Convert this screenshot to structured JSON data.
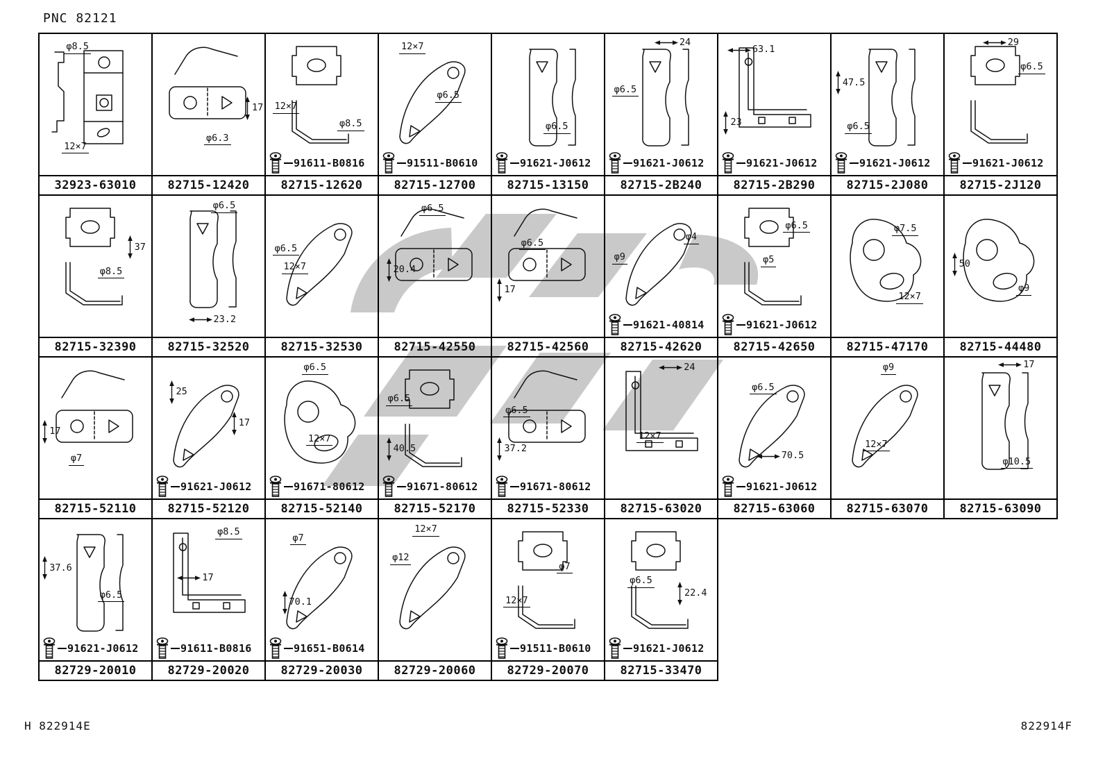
{
  "header": {
    "pnc": "PNC 82121"
  },
  "footer": {
    "left": "H 822914E",
    "right": "822914F"
  },
  "colors": {
    "background": "#ffffff",
    "line": "#111111",
    "watermark": "#c9c9c9"
  },
  "icons": {
    "bolt": "flange-bolt-icon"
  },
  "grid": {
    "rows": [
      {
        "cells": [
          {
            "part": "32923-63010",
            "sketch": "plate-and-strip",
            "dims": [
              {
                "t": "φ8.5",
                "x": 22,
                "y": 6,
                "s": "u"
              },
              {
                "t": "12×7",
                "x": 20,
                "y": 76,
                "s": "u"
              }
            ],
            "bolt": null
          },
          {
            "part": "82715-12420",
            "sketch": "plate-with-arm",
            "dims": [
              {
                "t": "17",
                "x": 82,
                "y": 44,
                "s": "v"
              },
              {
                "t": "φ6.3",
                "x": 46,
                "y": 70,
                "s": "u"
              }
            ],
            "bolt": null
          },
          {
            "part": "82715-12620",
            "sketch": "clip-and-zarm",
            "dims": [
              {
                "t": "12×7",
                "x": 6,
                "y": 48,
                "s": "u"
              },
              {
                "t": "φ8.5",
                "x": 64,
                "y": 60,
                "s": "u"
              }
            ],
            "bolt": "91611-B0816"
          },
          {
            "part": "82715-12700",
            "sketch": "curved-lever",
            "dims": [
              {
                "t": "12×7",
                "x": 18,
                "y": 6,
                "s": "u"
              },
              {
                "t": "φ6.5",
                "x": 50,
                "y": 40,
                "s": "u"
              }
            ],
            "bolt": "91511-B0610"
          },
          {
            "part": "82715-13150",
            "sketch": "strap-and-profile",
            "dims": [
              {
                "t": "φ6.5",
                "x": 46,
                "y": 62,
                "s": "u"
              }
            ],
            "bolt": "91621-J0612"
          },
          {
            "part": "82715-2B240",
            "sketch": "strap-and-profile",
            "dims": [
              {
                "t": "24",
                "x": 44,
                "y": 3,
                "s": "h"
              },
              {
                "t": "φ6.5",
                "x": 6,
                "y": 36,
                "s": "u"
              }
            ],
            "bolt": "91621-J0612"
          },
          {
            "part": "82715-2B290",
            "sketch": "l-bracket",
            "dims": [
              {
                "t": "63.1",
                "x": 8,
                "y": 8,
                "s": "h"
              },
              {
                "t": "23",
                "x": 4,
                "y": 54,
                "s": "v"
              }
            ],
            "bolt": "91621-J0612"
          },
          {
            "part": "82715-2J080",
            "sketch": "strap-and-profile",
            "dims": [
              {
                "t": "47.5",
                "x": 3,
                "y": 26,
                "s": "v"
              },
              {
                "t": "φ6.5",
                "x": 12,
                "y": 62,
                "s": "u"
              }
            ],
            "bolt": "91621-J0612"
          },
          {
            "part": "82715-2J120",
            "sketch": "clip-and-zarm",
            "dims": [
              {
                "t": "29",
                "x": 34,
                "y": 3,
                "s": "h"
              },
              {
                "t": "φ6.5",
                "x": 66,
                "y": 20,
                "s": "u"
              }
            ],
            "bolt": "91621-J0612"
          }
        ]
      },
      {
        "cells": [
          {
            "part": "82715-32390",
            "sketch": "clip-and-zarm",
            "dims": [
              {
                "t": "37",
                "x": 78,
                "y": 28,
                "s": "v"
              },
              {
                "t": "φ8.5",
                "x": 52,
                "y": 50,
                "s": "u"
              }
            ],
            "bolt": null
          },
          {
            "part": "82715-32520",
            "sketch": "strap-and-profile",
            "dims": [
              {
                "t": "φ6.5",
                "x": 52,
                "y": 4,
                "s": "u"
              },
              {
                "t": "23.2",
                "x": 32,
                "y": 84,
                "s": "h"
              }
            ],
            "bolt": null
          },
          {
            "part": "82715-32530",
            "sketch": "curved-lever",
            "dims": [
              {
                "t": "φ6.5",
                "x": 6,
                "y": 34,
                "s": "u"
              },
              {
                "t": "12×7",
                "x": 14,
                "y": 47,
                "s": "u"
              }
            ],
            "bolt": null
          },
          {
            "part": "82715-42550",
            "sketch": "plate-with-arm",
            "dims": [
              {
                "t": "φ6.5",
                "x": 36,
                "y": 6,
                "s": "u"
              },
              {
                "t": "20.4",
                "x": 6,
                "y": 44,
                "s": "v"
              }
            ],
            "bolt": null
          },
          {
            "part": "82715-42560",
            "sketch": "plate-with-arm",
            "dims": [
              {
                "t": "φ6.5",
                "x": 24,
                "y": 30,
                "s": "u"
              },
              {
                "t": "17",
                "x": 4,
                "y": 58,
                "s": "v"
              }
            ],
            "bolt": null
          },
          {
            "part": "82715-42620",
            "sketch": "curved-lever",
            "dims": [
              {
                "t": "φ9",
                "x": 6,
                "y": 40,
                "s": "u"
              },
              {
                "t": "φ4",
                "x": 70,
                "y": 26,
                "s": "u"
              }
            ],
            "bolt": "91621-40814"
          },
          {
            "part": "82715-42650",
            "sketch": "clip-and-zarm",
            "dims": [
              {
                "t": "φ6.5",
                "x": 58,
                "y": 18,
                "s": "u"
              },
              {
                "t": "φ5",
                "x": 38,
                "y": 42,
                "s": "u"
              }
            ],
            "bolt": "91621-J0612"
          },
          {
            "part": "82715-47170",
            "sketch": "lobe-plate",
            "dims": [
              {
                "t": "φ7.5",
                "x": 54,
                "y": 20,
                "s": "u"
              },
              {
                "t": "12×7",
                "x": 58,
                "y": 68,
                "s": "u"
              }
            ],
            "bolt": null
          },
          {
            "part": "82715-44480",
            "sketch": "lobe-plate",
            "dims": [
              {
                "t": "50",
                "x": 6,
                "y": 40,
                "s": "v"
              },
              {
                "t": "φ9",
                "x": 64,
                "y": 62,
                "s": "u"
              }
            ],
            "bolt": null
          }
        ]
      },
      {
        "cells": [
          {
            "part": "82715-52110",
            "sketch": "plate-with-arm",
            "dims": [
              {
                "t": "17",
                "x": 2,
                "y": 44,
                "s": "v"
              },
              {
                "t": "φ7",
                "x": 26,
                "y": 68,
                "s": "u"
              }
            ],
            "bolt": null
          },
          {
            "part": "82715-52120",
            "sketch": "curved-lever",
            "dims": [
              {
                "t": "25",
                "x": 14,
                "y": 16,
                "s": "v"
              },
              {
                "t": "17",
                "x": 70,
                "y": 38,
                "s": "v"
              }
            ],
            "bolt": "91621-J0612"
          },
          {
            "part": "82715-52140",
            "sketch": "lobe-plate",
            "dims": [
              {
                "t": "φ6.5",
                "x": 32,
                "y": 4,
                "s": "u"
              },
              {
                "t": "12×7",
                "x": 36,
                "y": 54,
                "s": "u"
              }
            ],
            "bolt": "91671-80612"
          },
          {
            "part": "82715-52170",
            "sketch": "clip-and-zarm",
            "dims": [
              {
                "t": "φ6.5",
                "x": 6,
                "y": 26,
                "s": "u"
              },
              {
                "t": "40.5",
                "x": 6,
                "y": 56,
                "s": "v"
              }
            ],
            "bolt": "91671-80612"
          },
          {
            "part": "82715-52330",
            "sketch": "plate-with-arm",
            "dims": [
              {
                "t": "φ6.5",
                "x": 10,
                "y": 34,
                "s": "u"
              },
              {
                "t": "37.2",
                "x": 4,
                "y": 56,
                "s": "v"
              }
            ],
            "bolt": "91671-80612"
          },
          {
            "part": "82715-63020",
            "sketch": "l-bracket",
            "dims": [
              {
                "t": "24",
                "x": 48,
                "y": 4,
                "s": "h"
              },
              {
                "t": "12×7",
                "x": 28,
                "y": 52,
                "s": "u"
              }
            ],
            "bolt": null
          },
          {
            "part": "82715-63060",
            "sketch": "curved-lever",
            "dims": [
              {
                "t": "φ6.5",
                "x": 28,
                "y": 18,
                "s": "u"
              },
              {
                "t": "70.5",
                "x": 34,
                "y": 66,
                "s": "h"
              }
            ],
            "bolt": "91621-J0612"
          },
          {
            "part": "82715-63070",
            "sketch": "curved-lever",
            "dims": [
              {
                "t": "φ9",
                "x": 44,
                "y": 4,
                "s": "u"
              },
              {
                "t": "12×7",
                "x": 28,
                "y": 58,
                "s": "u"
              }
            ],
            "bolt": null
          },
          {
            "part": "82715-63090",
            "sketch": "strap-and-profile",
            "dims": [
              {
                "t": "17",
                "x": 48,
                "y": 2,
                "s": "h"
              },
              {
                "t": "φ10.5",
                "x": 50,
                "y": 70,
                "s": "u"
              }
            ],
            "bolt": null
          }
        ]
      },
      {
        "cells": [
          {
            "part": "82729-20010",
            "sketch": "strap-and-profile",
            "dims": [
              {
                "t": "37.6",
                "x": 2,
                "y": 26,
                "s": "v"
              },
              {
                "t": "φ6.5",
                "x": 52,
                "y": 50,
                "s": "u"
              }
            ],
            "bolt": "91621-J0612"
          },
          {
            "part": "82729-20020",
            "sketch": "l-bracket",
            "dims": [
              {
                "t": "φ8.5",
                "x": 56,
                "y": 6,
                "s": "u"
              },
              {
                "t": "17",
                "x": 22,
                "y": 38,
                "s": "h"
              }
            ],
            "bolt": "91611-B0816"
          },
          {
            "part": "82729-20030",
            "sketch": "curved-lever",
            "dims": [
              {
                "t": "φ7",
                "x": 22,
                "y": 10,
                "s": "u"
              },
              {
                "t": "70.1",
                "x": 14,
                "y": 50,
                "s": "v"
              }
            ],
            "bolt": "91651-B0614"
          },
          {
            "part": "82729-20060",
            "sketch": "curved-lever",
            "dims": [
              {
                "t": "12×7",
                "x": 30,
                "y": 4,
                "s": "u"
              },
              {
                "t": "φ12",
                "x": 10,
                "y": 24,
                "s": "u"
              }
            ],
            "bolt": null
          },
          {
            "part": "82729-20070",
            "sketch": "clip-and-zarm",
            "dims": [
              {
                "t": "φ7",
                "x": 58,
                "y": 30,
                "s": "u"
              },
              {
                "t": "12×7",
                "x": 10,
                "y": 54,
                "s": "u"
              }
            ],
            "bolt": "91511-B0610"
          },
          {
            "part": "82715-33470",
            "sketch": "clip-and-zarm",
            "dims": [
              {
                "t": "φ6.5",
                "x": 20,
                "y": 40,
                "s": "u"
              },
              {
                "t": "22.4",
                "x": 64,
                "y": 44,
                "s": "v"
              }
            ],
            "bolt": "91621-J0612"
          }
        ]
      }
    ]
  }
}
